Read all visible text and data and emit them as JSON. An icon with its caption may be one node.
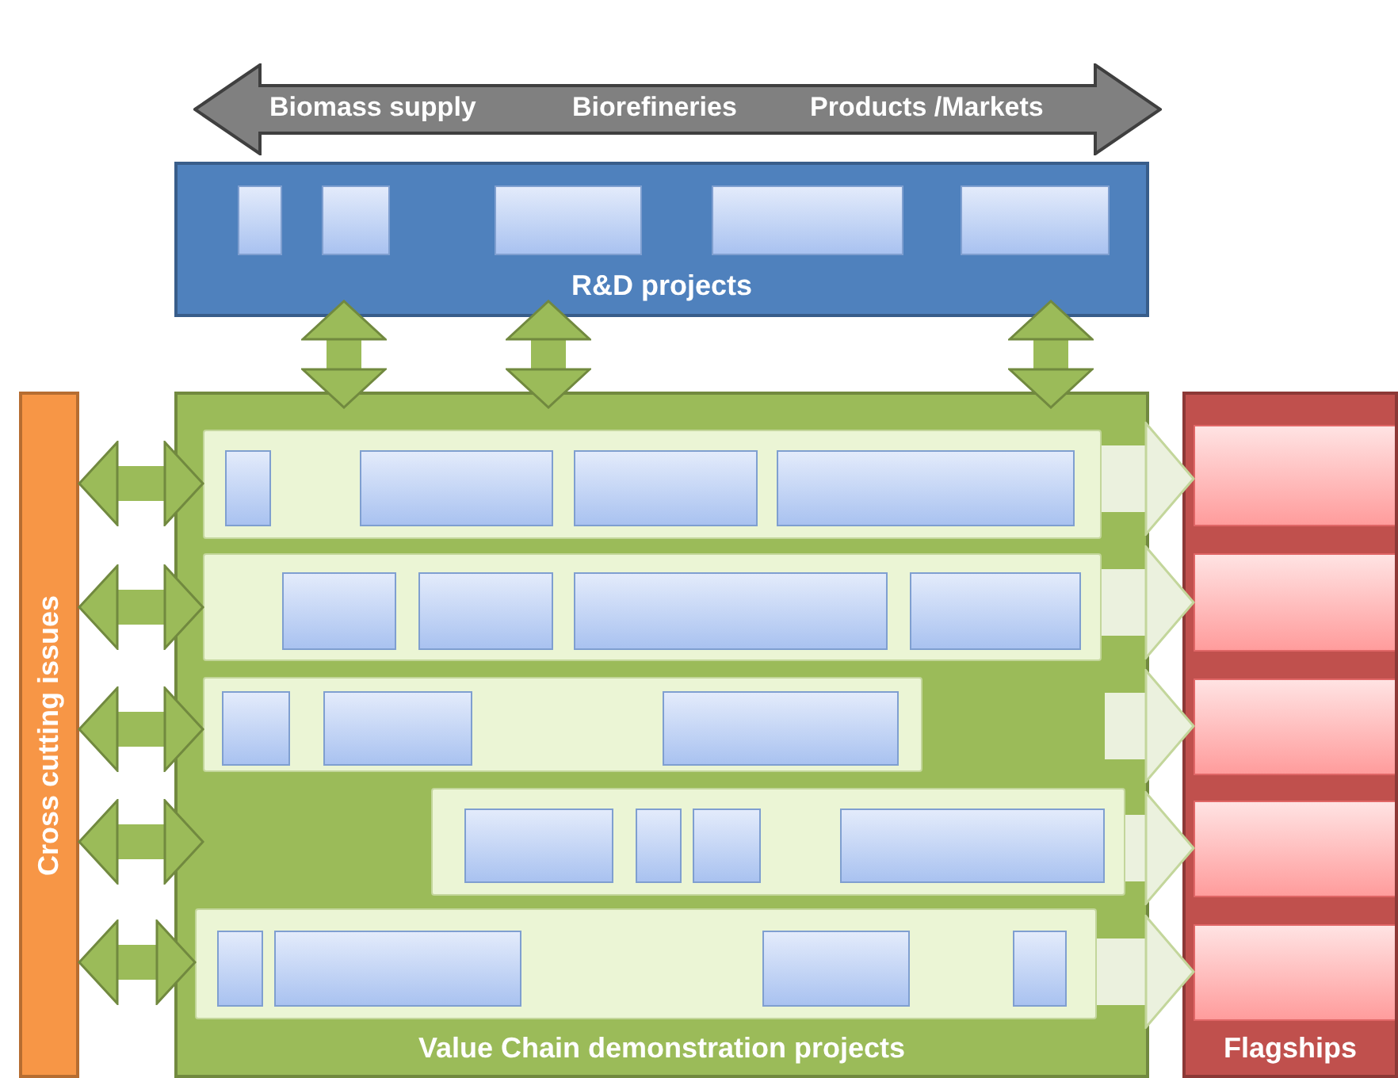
{
  "diagram": {
    "nodes": [
      {
        "text": [
          "Biomass supply",
          "Biorefineries",
          "Products /Markets"
        ]
      },
      {
        "text": [
          "R&D projects"
        ]
      },
      {
        "text": [],
        "shape": "box",
        "in": 1
      },
      {
        "text": [],
        "shape": "box",
        "in": 1
      },
      {
        "text": [],
        "shape": "box",
        "in": 1
      },
      {
        "text": [],
        "shape": "box",
        "in": 1
      },
      {
        "text": [],
        "shape": "box",
        "in": 1
      },
      {
        "text": [
          "Cross cutting issues"
        ]
      },
      {
        "text": [
          "Value Chain demonstration projects"
        ]
      },
      {
        "text": [],
        "shape": "bar",
        "in": 8
      },
      {
        "text": [],
        "shape": "box",
        "in": 9
      },
      {
        "text": [],
        "shape": "box",
        "in": 9
      },
      {
        "text": [],
        "shape": "box",
        "in": 9
      },
      {
        "text": [],
        "shape": "box",
        "in": 9
      },
      {
        "text": [],
        "shape": "bar",
        "in": 8
      },
      {
        "text": [],
        "shape": "box",
        "in": 14
      },
      {
        "text": [],
        "shape": "box",
        "in": 14
      },
      {
        "text": [],
        "shape": "box",
        "in": 14
      },
      {
        "text": [],
        "shape": "box",
        "in": 14
      },
      {
        "text": [],
        "shape": "bar",
        "in": 8
      },
      {
        "text": [],
        "shape": "box",
        "in": 19
      },
      {
        "text": [],
        "shape": "box",
        "in": 19
      },
      {
        "text": [],
        "shape": "box",
        "in": 19
      },
      {
        "text": [],
        "shape": "bar",
        "in": 8
      },
      {
        "text": [],
        "shape": "box",
        "in": 23
      },
      {
        "text": [],
        "shape": "box",
        "in": 23
      },
      {
        "text": [],
        "shape": "box",
        "in": 23
      },
      {
        "text": [],
        "shape": "box",
        "in": 23
      },
      {
        "text": [],
        "shape": "bar",
        "in": 8
      },
      {
        "text": [],
        "shape": "box",
        "in": 28
      },
      {
        "text": [],
        "shape": "box",
        "in": 28
      },
      {
        "text": [],
        "shape": "box",
        "in": 28
      },
      {
        "text": [],
        "shape": "box",
        "in": 28
      },
      {
        "text": [
          "Flagships"
        ]
      },
      {
        "text": [],
        "shape": "box",
        "in": 33
      },
      {
        "text": [],
        "shape": "box",
        "in": 33
      },
      {
        "text": [],
        "shape": "box",
        "in": 33
      },
      {
        "text": [],
        "shape": "box",
        "in": 33
      },
      {
        "text": [],
        "shape": "box",
        "in": 33
      }
    ],
    "edges": [
      {
        "from": 1,
        "to": 8,
        "arrow": "both"
      },
      {
        "from": 1,
        "to": 8,
        "arrow": "both"
      },
      {
        "from": 1,
        "to": 8,
        "arrow": "both"
      },
      {
        "from": 7,
        "to": 9,
        "arrow": "both"
      },
      {
        "from": 7,
        "to": 14,
        "arrow": "both"
      },
      {
        "from": 7,
        "to": 19,
        "arrow": "both"
      },
      {
        "from": 7,
        "to": 8,
        "arrow": "both"
      },
      {
        "from": 7,
        "to": 28,
        "arrow": "both"
      },
      {
        "from": 9,
        "to": 34,
        "arrow": "to",
        "style": "thick",
        "color": "#ebf1de"
      },
      {
        "from": 14,
        "to": 35,
        "arrow": "to",
        "style": "thick",
        "color": "#ebf1de"
      },
      {
        "from": null,
        "to": 36,
        "arrow": "to",
        "style": "thick",
        "color": "#ebf1de"
      },
      {
        "from": 23,
        "to": 37,
        "arrow": "to",
        "style": "thick",
        "color": "#ebf1de"
      },
      {
        "from": 28,
        "to": 38,
        "arrow": "to",
        "style": "thick",
        "color": "#ebf1de"
      }
    ]
  }
}
